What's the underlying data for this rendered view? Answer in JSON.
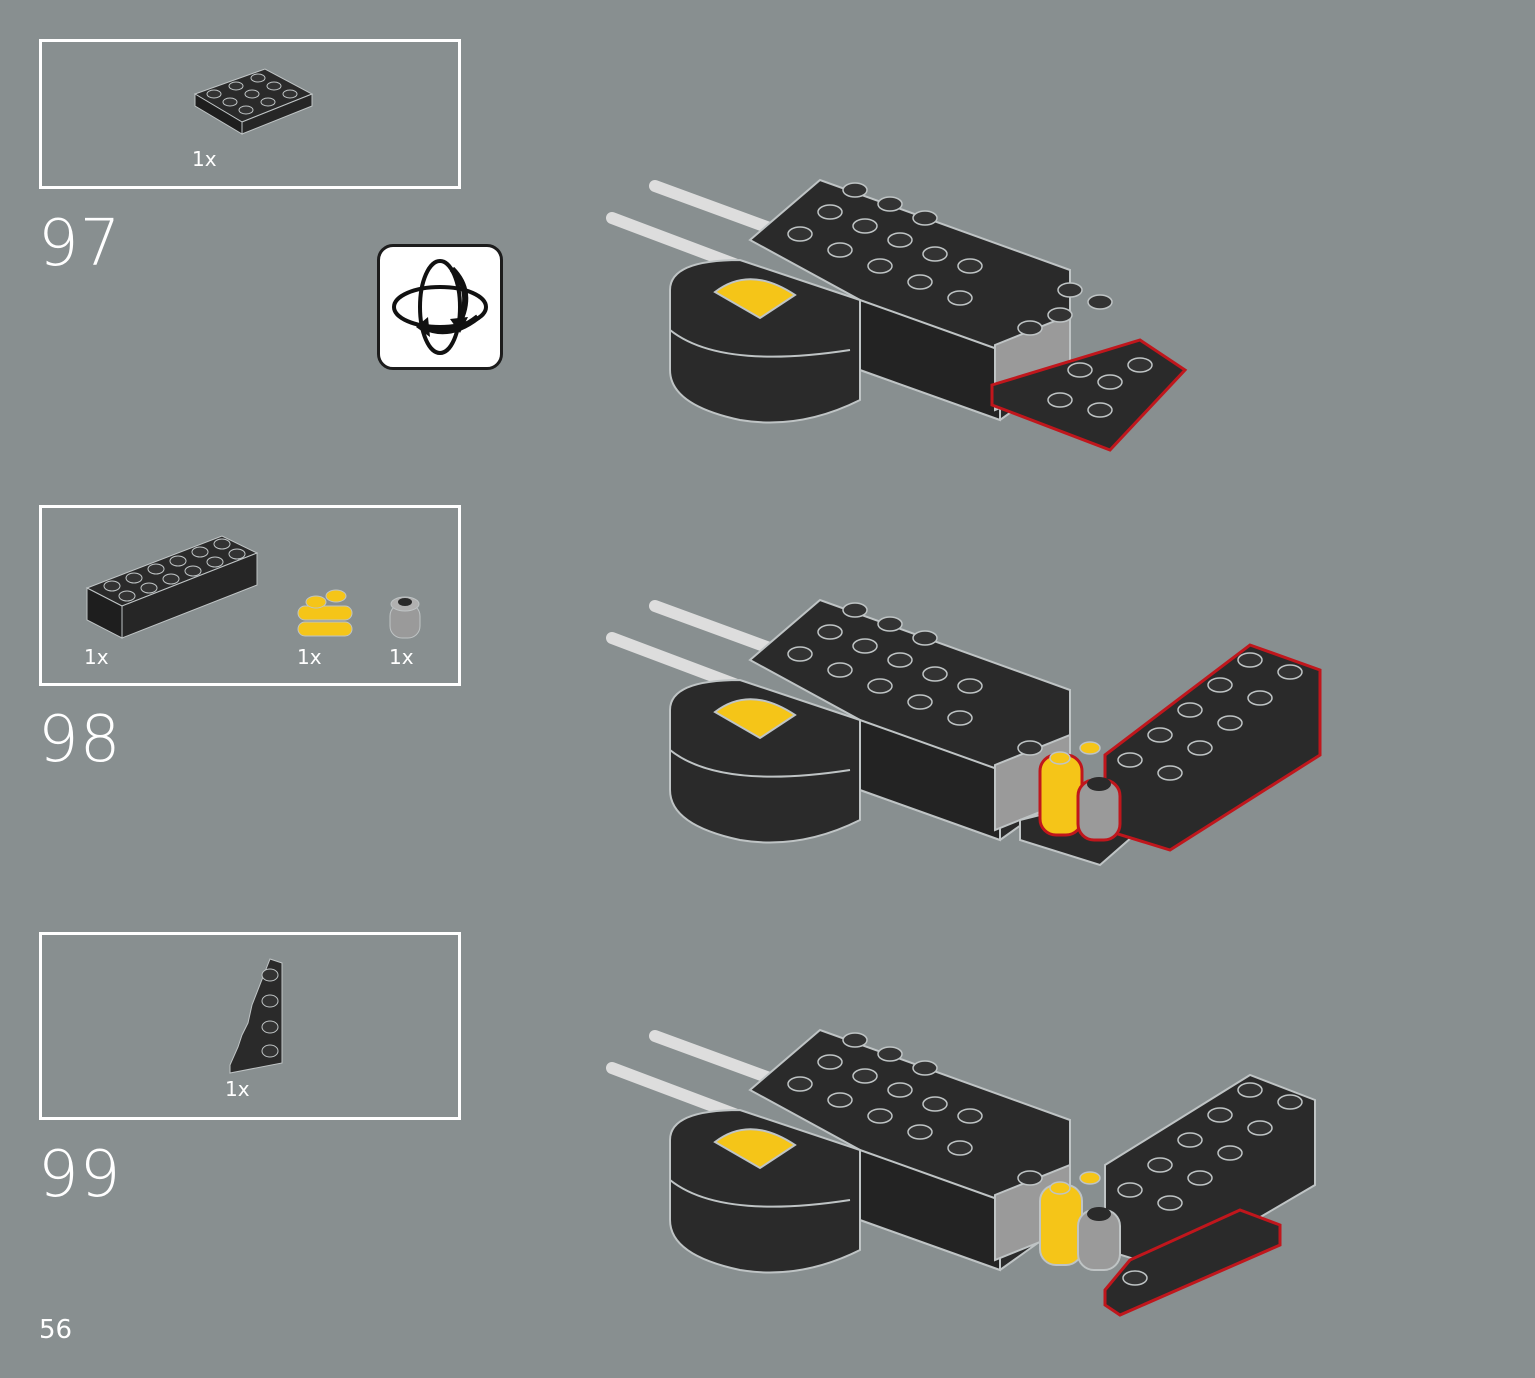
{
  "page_number": "56",
  "steps": [
    {
      "number": "97",
      "parts": [
        {
          "name": "plate 3x4 black",
          "qty": "1x"
        }
      ]
    },
    {
      "number": "98",
      "parts": [
        {
          "name": "brick 2x6 black",
          "qty": "1x"
        },
        {
          "name": "clip plate yellow",
          "qty": "1x"
        },
        {
          "name": "round brick grey",
          "qty": "1x"
        }
      ]
    },
    {
      "number": "99",
      "parts": [
        {
          "name": "wedge plate black",
          "qty": "1x"
        }
      ]
    }
  ],
  "rotate_icon": "rotate-model-icon",
  "colors": {
    "background": "#888f90",
    "brick_black": "#2a2a2a",
    "edge": "#bfc4c5",
    "accent_yellow": "#f5c518",
    "highlight_red": "#c0161c",
    "grey": "#9a9a9a"
  }
}
